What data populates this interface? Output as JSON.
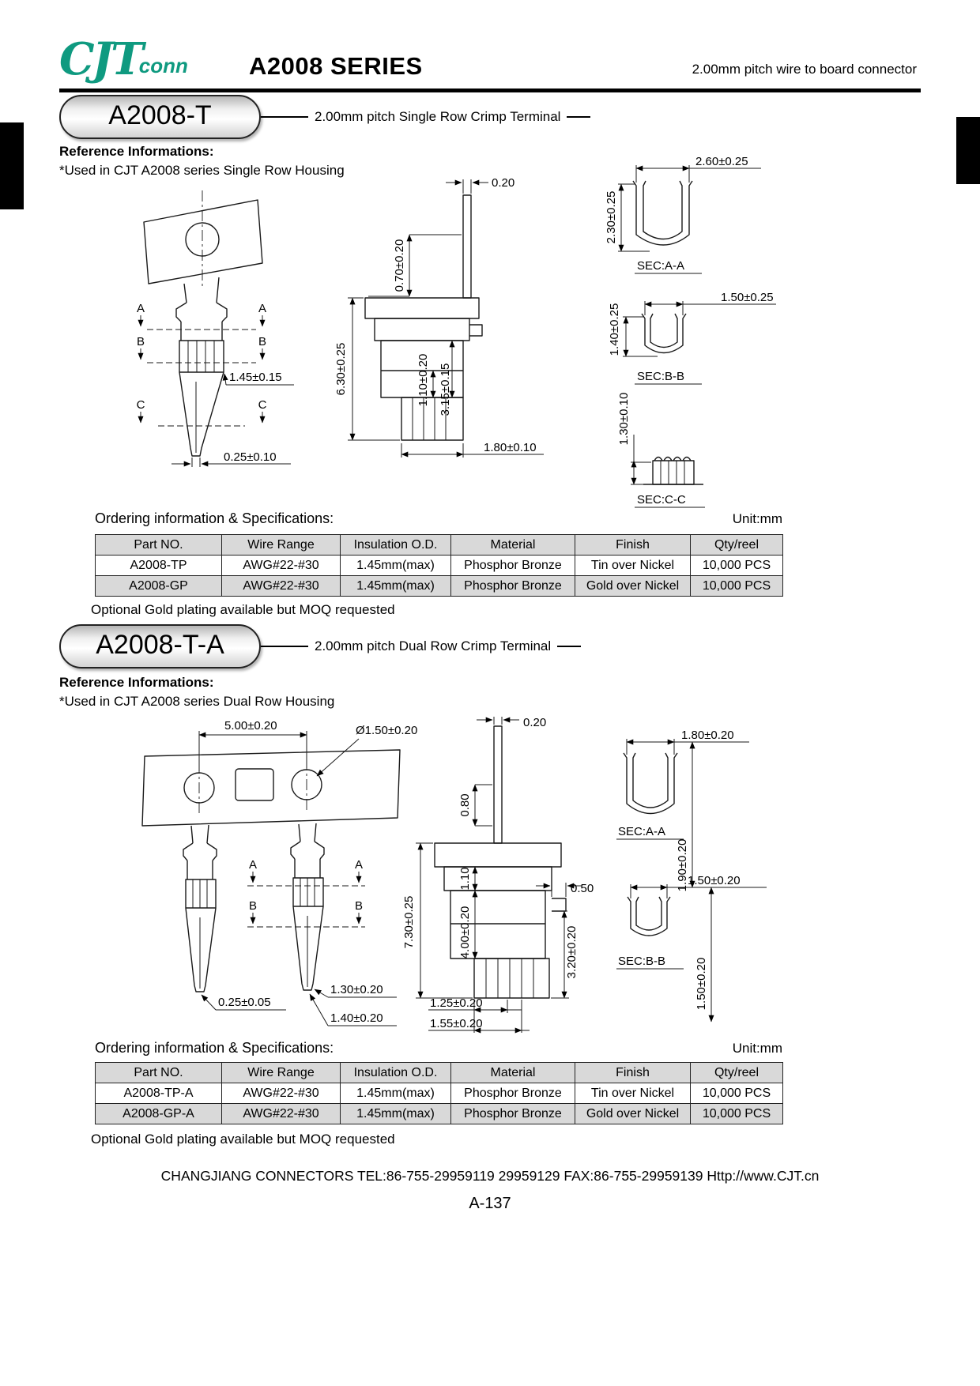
{
  "brand": {
    "color": "#0f9a80"
  },
  "header": {
    "logo_main": "CJT",
    "logo_sub": "conn",
    "series_title": "A2008 SERIES",
    "subtitle": "2.00mm pitch wire to board connector"
  },
  "section1": {
    "part": "A2008-T",
    "desc": "2.00mm pitch Single Row Crimp Terminal",
    "ref_title": "Reference Informations:",
    "ref_note": "*Used in CJT A2008 series Single Row Housing",
    "ordering_title": "Ordering information & Specifications:",
    "unit": "Unit:mm",
    "moq_note": "Optional Gold plating available but MOQ requested",
    "table": {
      "headers": [
        "Part NO.",
        "Wire Range",
        "Insulation O.D.",
        "Material",
        "Finish",
        "Qty/reel"
      ],
      "rows": [
        [
          "A2008-TP",
          "AWG#22-#30",
          "1.45mm(max)",
          "Phosphor Bronze",
          "Tin over Nickel",
          "10,000 PCS"
        ],
        [
          "A2008-GP",
          "AWG#22-#30",
          "1.45mm(max)",
          "Phosphor Bronze",
          "Gold over Nickel",
          "10,000 PCS"
        ]
      ]
    },
    "dims": {
      "letter_a": "A",
      "letter_b": "B",
      "letter_c": "C",
      "crimp_w": "1.45±0.15",
      "tip_w": "0.25±0.10",
      "tail_t": "0.20",
      "top_h": "0.70±0.20",
      "total_h": "6.30±0.25",
      "mid_h1": "1.10±0.20",
      "mid_h2": "3.15±0.15",
      "box_w": "1.80±0.10",
      "aa_w": "2.60±0.25",
      "aa_h": "2.30±0.25",
      "aa_label": "SEC:A-A",
      "bb_h": "1.40±0.25",
      "bb_w": "1.50±0.25",
      "bb_label": "SEC:B-B",
      "cc_h": "1.30±0.10",
      "cc_label": "SEC:C-C"
    }
  },
  "section2": {
    "part": "A2008-T-A",
    "desc": "2.00mm pitch Dual Row Crimp Terminal",
    "ref_title": "Reference Informations:",
    "ref_note": "*Used in CJT A2008 series Dual Row Housing",
    "ordering_title": "Ordering information & Specifications:",
    "unit": "Unit:mm",
    "moq_note": "Optional Gold plating available but MOQ requested",
    "table": {
      "headers": [
        "Part NO.",
        "Wire Range",
        "Insulation O.D.",
        "Material",
        "Finish",
        "Qty/reel"
      ],
      "rows": [
        [
          "A2008-TP-A",
          "AWG#22-#30",
          "1.45mm(max)",
          "Phosphor Bronze",
          "Tin over Nickel",
          "10,000 PCS"
        ],
        [
          "A2008-GP-A",
          "AWG#22-#30",
          "1.45mm(max)",
          "Phosphor Bronze",
          "Gold over Nickel",
          "10,000 PCS"
        ]
      ]
    },
    "dims": {
      "letter_a": "A",
      "letter_b": "B",
      "pitch": "5.00±0.20",
      "hole_d": "Ø1.50±0.20",
      "taper_w1": "1.30±0.20",
      "taper_w2": "1.40±0.20",
      "tip_w": "0.25±0.05",
      "tail_t": "0.20",
      "top_h": "0.80",
      "mid_h": "1.10",
      "total_h": "7.30±0.25",
      "barrel_h": "4.00±0.20",
      "hook_w": "0.50",
      "box_h": "3.20±0.20",
      "box_w1": "1.25±0.20",
      "box_w2": "1.55±0.20",
      "aa_w": "1.80±0.20",
      "aa_h": "1.90±0.20",
      "aa_label": "SEC:A-A",
      "bb_w": "1.50±0.20",
      "bb_h": "1.50±0.20",
      "bb_label": "SEC:B-B"
    }
  },
  "footer": {
    "contact": "CHANGJIANG CONNECTORS  TEL:86-755-29959119 29959129  FAX:86-755-29959139 Http://www.CJT.cn",
    "page_no": "A-137"
  }
}
